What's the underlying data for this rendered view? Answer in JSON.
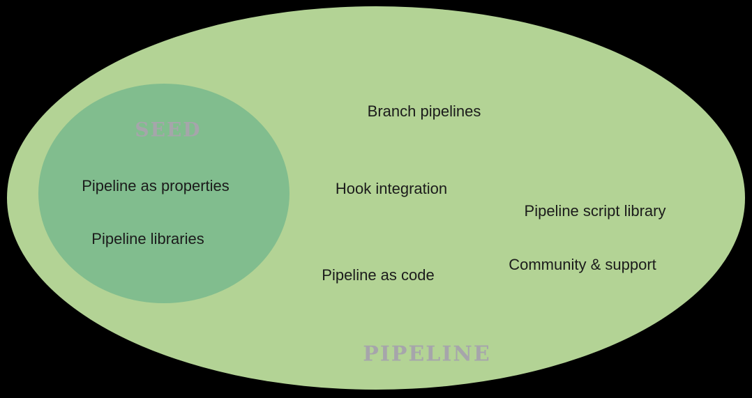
{
  "diagram": {
    "background_color": "#000000",
    "outer_set": {
      "label": "PIPELINE",
      "fill_color": "#b3d395"
    },
    "inner_set": {
      "label": "SEED",
      "fill_color": "#81bd8e"
    },
    "set_label_color": "#a6a5ab",
    "item_text_color": "#1b1b1b",
    "inner_items": [
      {
        "text": "Pipeline as properties"
      },
      {
        "text": "Pipeline libraries"
      }
    ],
    "outer_items": [
      {
        "text": "Branch pipelines"
      },
      {
        "text": "Hook integration"
      },
      {
        "text": "Pipeline script library"
      },
      {
        "text": "Pipeline as code"
      },
      {
        "text": "Community & support"
      }
    ]
  }
}
